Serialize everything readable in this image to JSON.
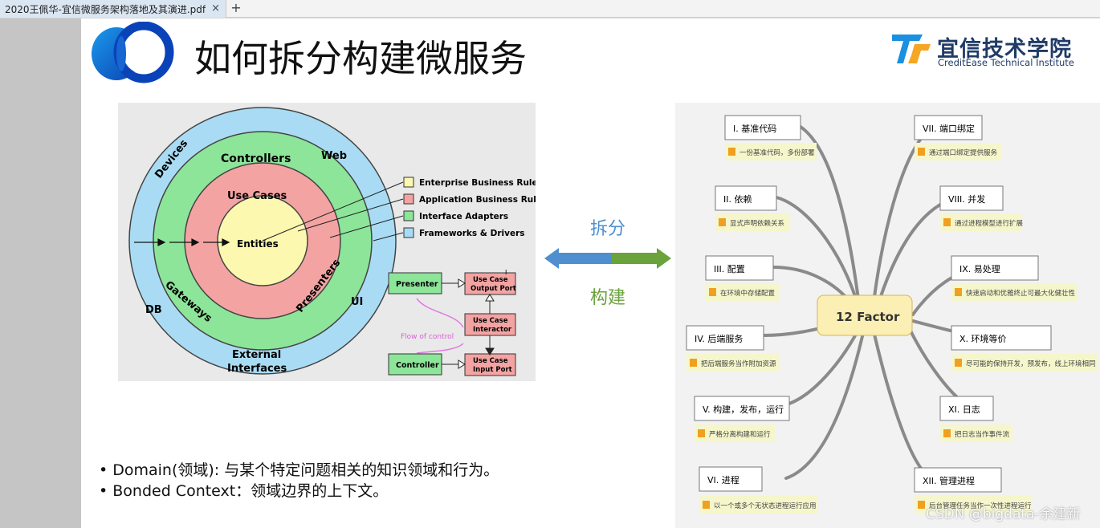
{
  "tab": {
    "title": "2020王佩华-宜信微服务架构落地及其演进.pdf",
    "close": "×",
    "new_tab": "+"
  },
  "slide": {
    "title": "如何拆分构建微服务",
    "brand_cn": "宜信技术学院",
    "brand_en": "CreditEase Technical Institute",
    "arrow_top": "拆分",
    "arrow_bottom": "构建",
    "bullets": [
      "• Domain(领域): 与某个特定问题相关的知识领域和行为。",
      "• Bonded Context：领域边界的上下文。"
    ],
    "watermark": "CSDN @bigdata-余建新"
  },
  "arch": {
    "ring_outer": [
      "Devices",
      "Web",
      "DB",
      "UI",
      "External",
      "Interfaces"
    ],
    "controllers": "Controllers",
    "gateways": "Gateways",
    "presenters": "Presenters",
    "use_cases": "Use Cases",
    "entities": "Entities",
    "legend": [
      {
        "label": "Enterprise Business Rules",
        "color": "#fcf8b0"
      },
      {
        "label": "Application Business Rules",
        "color": "#f4a3a3"
      },
      {
        "label": "Interface Adapters",
        "color": "#8de59a"
      },
      {
        "label": "Frameworks & Drivers",
        "color": "#a9dcf4"
      }
    ],
    "flow": {
      "presenter": "Presenter",
      "controller": "Controller",
      "output_port_1": "Use Case",
      "output_port_2": "Output Port",
      "interactor_1": "Use Case",
      "interactor_2": "Interactor",
      "input_port_1": "Use Case",
      "input_port_2": "Input Port",
      "flow_of_control": "Flow of control",
      "port_marker": "I"
    }
  },
  "mindmap": {
    "center": "12 Factor",
    "left": [
      {
        "title": "I. 基准代码",
        "desc": "一份基准代码，多份部署"
      },
      {
        "title": "II. 依赖",
        "desc": "显式声明依赖关系"
      },
      {
        "title": "III. 配置",
        "desc": "在环境中存储配置"
      },
      {
        "title": "IV. 后端服务",
        "desc": "把后端服务当作附加资源"
      },
      {
        "title": "V. 构建，发布，运行",
        "desc": "严格分离构建和运行"
      },
      {
        "title": "VI. 进程",
        "desc": "以一个或多个无状态进程运行应用"
      }
    ],
    "right": [
      {
        "title": "VII. 端口绑定",
        "desc": "通过端口绑定提供服务"
      },
      {
        "title": "VIII. 并发",
        "desc": "通过进程模型进行扩展"
      },
      {
        "title": "IX. 易处理",
        "desc": "快速启动和优雅终止可最大化健壮性"
      },
      {
        "title": "X. 环境等价",
        "desc": "尽可能的保持开发，预发布，线上环境相同"
      },
      {
        "title": "XI. 日志",
        "desc": "把日志当作事件流"
      },
      {
        "title": "XII. 管理进程",
        "desc": "后台管理任务当作一次性进程运行"
      }
    ]
  },
  "colors": {
    "arrow_blue": "#4f8fd0",
    "arrow_green": "#6aa23b",
    "brand": "#1f3b66"
  }
}
